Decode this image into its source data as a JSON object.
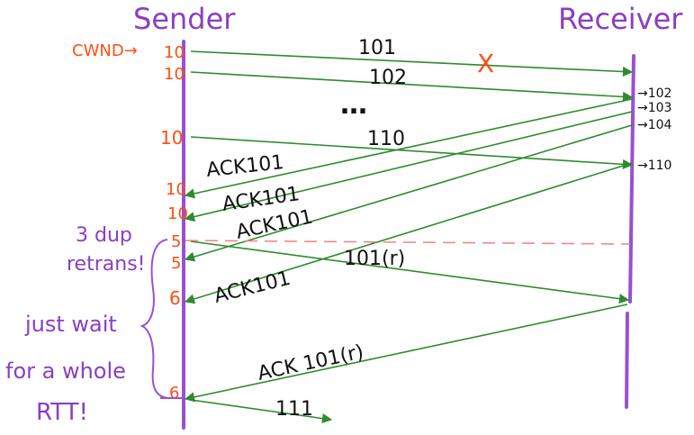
{
  "title": {
    "sender": "Sender",
    "receiver": "Receiver"
  },
  "cwnd_label": "CWND→",
  "cwnd_values": [
    "10",
    "10",
    "10",
    "10",
    "10",
    "5",
    "5",
    "6",
    "6"
  ],
  "packets": {
    "p101": "101",
    "p102": "102",
    "dots": "…",
    "p110": "110",
    "p101r": "101(r)",
    "p111": "111"
  },
  "acks": {
    "a1": "ACK101",
    "a2": "ACK101",
    "a3": "ACK101",
    "a4": "ACK101",
    "a5": "ACK 101(r)"
  },
  "receiver_buffer": [
    "→102",
    "→103",
    "→104",
    "→110"
  ],
  "loss_mark": "X",
  "notes": {
    "dup_line1": "3 dup",
    "dup_line2": "retrans!",
    "wait_line1": "just wait",
    "wait_line2": "for a whole",
    "wait_line3": "RTT!"
  },
  "colors": {
    "timeline": "#9b4fd1",
    "arrow": "#2e8b2e",
    "orange": "#ff4d14",
    "dashed": "#f08080",
    "text": "#111111"
  }
}
